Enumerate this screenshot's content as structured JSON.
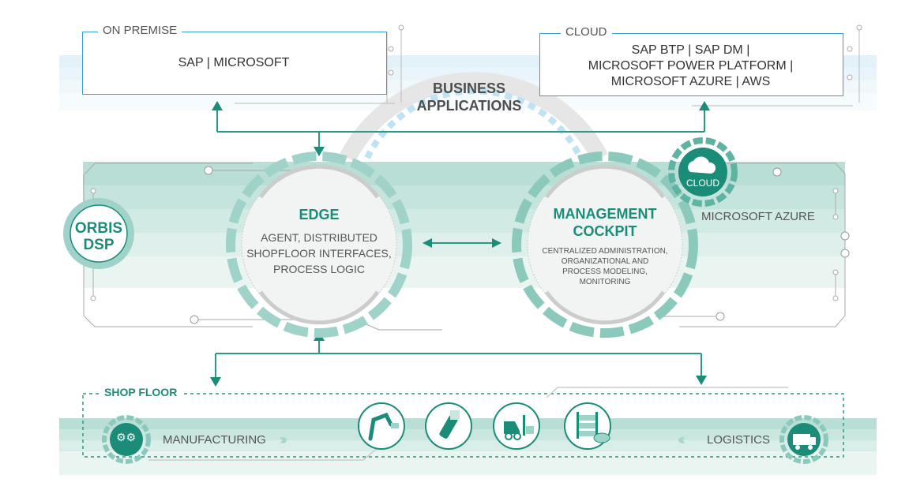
{
  "business_applications": {
    "title_line1": "BUSINESS",
    "title_line2": "APPLICATIONS",
    "on_premise": {
      "label": "ON PREMISE",
      "content": "SAP | MICROSOFT"
    },
    "cloud": {
      "label": "CLOUD",
      "content_line1": "SAP BTP | SAP DM |",
      "content_line2": "MICROSOFT POWER PLATFORM |",
      "content_line3": "MICROSOFT AZURE | AWS"
    }
  },
  "platform": {
    "name_line1": "ORBIS",
    "name_line2": "DSP",
    "edge": {
      "title": "EDGE",
      "line1": "AGENT, DISTRIBUTED",
      "line2": "SHOPFLOOR INTERFACES,",
      "line3": "PROCESS LOGIC"
    },
    "cockpit": {
      "title_line1": "MANAGEMENT",
      "title_line2": "COCKPIT",
      "line1": "CENTRALIZED ADMINISTRATION,",
      "line2": "ORGANIZATIONAL AND",
      "line3": "PROCESS MODELING,",
      "line4": "MONITORING"
    },
    "cloud_badge": "CLOUD",
    "cloud_provider": "MICROSOFT AZURE"
  },
  "shop_floor": {
    "label": "SHOP FLOOR",
    "manufacturing": "MANUFACTURING",
    "logistics": "LOGISTICS",
    "icons": [
      "robot-arm-icon",
      "handheld-scanner-icon",
      "forklift-fts-icon",
      "warehouse-shelf-icon"
    ]
  },
  "colors": {
    "teal": "#1a8c78",
    "blue_border": "#3a9ed6",
    "light_teal": "#b8ded6"
  }
}
